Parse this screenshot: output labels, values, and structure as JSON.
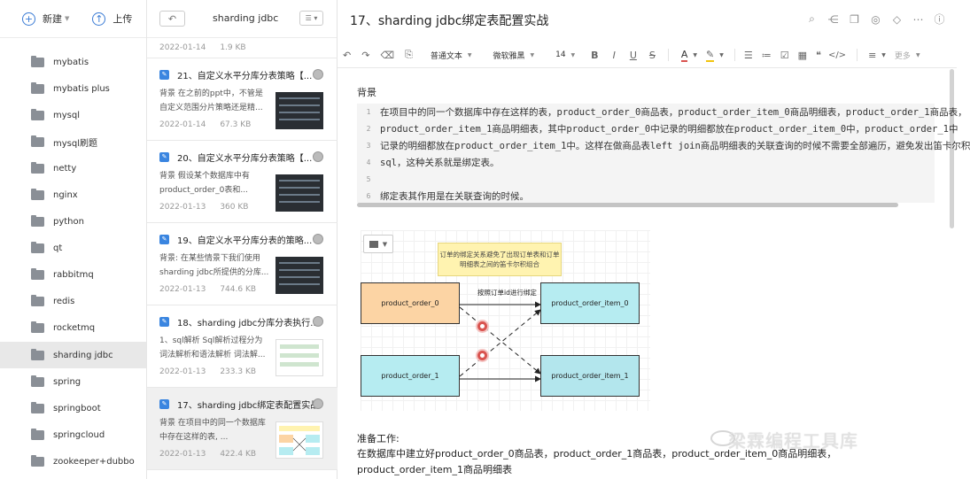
{
  "left": {
    "new_label": "新建",
    "upload_label": "上传",
    "folders": [
      "mybatis",
      "mybatis plus",
      "mysql",
      "mysql刷题",
      "netty",
      "nginx",
      "python",
      "qt",
      "rabbitmq",
      "redis",
      "rocketmq",
      "sharding jdbc",
      "spring",
      "springboot",
      "springcloud",
      "zookeeper+dubbo"
    ],
    "active_folder": "sharding jdbc"
  },
  "middle": {
    "title": "sharding jdbc",
    "first_item": {
      "date": "2022-01-14",
      "size": "1.9 KB"
    },
    "cards": [
      {
        "title": "21、自定义水平分库分表策略【...",
        "snippet": "背景 在之前的ppt中，不管是自定义范围分片策略还是精...",
        "date": "2022-01-14",
        "size": "67.3 KB",
        "thumb": "dark"
      },
      {
        "title": "20、自定义水平分库分表策略【...",
        "snippet": "背景 假设某个数据库中有product_order_0表和...",
        "date": "2022-01-13",
        "size": "360 KB",
        "thumb": "dark"
      },
      {
        "title": "19、自定义水平分库分表的策略...",
        "snippet": "背景:  在某些情景下我们使用sharding jdbc所提供的分库...",
        "date": "2022-01-13",
        "size": "744.6 KB",
        "thumb": "dark"
      },
      {
        "title": "18、sharding jdbc分库分表执行...",
        "snippet": "1、sql解析 Sql解析过程分为词法解析和语法解析 词法解...",
        "date": "2022-01-13",
        "size": "233.3 KB",
        "thumb": "light"
      },
      {
        "title": "17、sharding jdbc绑定表配置实战",
        "snippet": "背景 在项目中的同一个数据库中存在这样的表, ...",
        "date": "2022-01-13",
        "size": "422.4 KB",
        "thumb": "diag"
      }
    ]
  },
  "doc": {
    "title": "17、sharding jdbc绑定表配置实战",
    "head_icons": [
      "search-icon",
      "share-icon",
      "copy-icon",
      "present-icon",
      "tag-icon",
      "more-icon",
      "info-icon"
    ],
    "toolbar": {
      "style": "普通文本",
      "font": "微软雅黑",
      "size": "14",
      "more": "更多"
    },
    "section_label": "背景",
    "code_lines": [
      {
        "n": "1",
        "text": "在项目中的同一个数据库中存在这样的表，product_order_0商品表，product_order_item_0商品明细表，product_order_1商品表，"
      },
      {
        "n": "2",
        "text": "product_order_item_1商品明细表，其中product_order_0中记录的明细都放在product_order_item_0中，product_order_1中"
      },
      {
        "n": "3",
        "text": "记录的明细都放在product_order_item_1中。这样在做商品表left join商品明细表的关联查询的时候不需要全部遍历，避免发出笛卡尔积"
      },
      {
        "n": "4",
        "text": "sql，这种关系就是绑定表。"
      },
      {
        "n": "5",
        "text": ""
      },
      {
        "n": "6",
        "text": "绑定表其作用是在关联查询的时候。"
      }
    ],
    "diagram": {
      "note": "订单的绑定关系避免了出现订单表和订单明细表之间的笛卡尔积组合",
      "edge_label": "按照订单id进行绑定",
      "nodes": [
        "product_order_0",
        "product_order_item_0",
        "product_order_1",
        "product_order_item_1"
      ]
    },
    "prep_label": "准备工作:",
    "prep_text": "在数据库中建立好product_order_0商品表，product_order_1商品表，product_order_item_0商品明细表，product_order_item_1商品明细表",
    "watermark": "梁霖编程工具库"
  },
  "colors": {
    "accent": "#3a7bd5",
    "orange_node": "#fcd4a4",
    "cyan_node": "#b6ecf1",
    "note": "#fff3b0",
    "cross": "#d9534f"
  }
}
